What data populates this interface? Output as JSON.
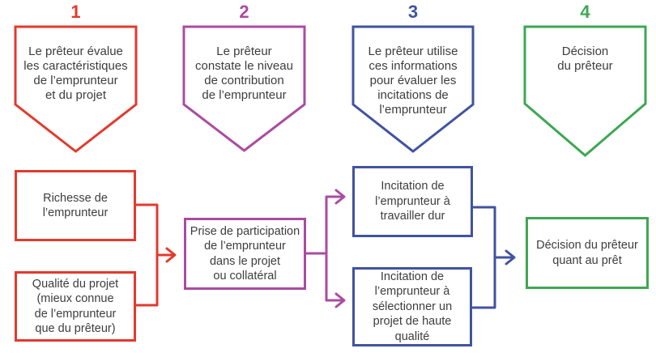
{
  "page": {
    "background_color": "#ffffff",
    "text_color": "#3d3d3d"
  },
  "diagram": {
    "stages": [
      {
        "number": "1",
        "color": "#e23a2e",
        "label": "Le prêteur évalue\nles caractéristiques\nde l’emprunteur\net du projet"
      },
      {
        "number": "2",
        "color": "#ab4ba1",
        "label": "Le prêteur\nconstate le niveau\nde contribution\nde l’emprunteur"
      },
      {
        "number": "3",
        "color": "#4053a0",
        "label": "Le prêteur utilise\nces informations\npour évaluer les\nincitations de\nl’emprunteur"
      },
      {
        "number": "4",
        "color": "#3ea753",
        "label": "Décision\ndu prêteur"
      }
    ],
    "boxes": [
      {
        "id": "wealth",
        "color": "#e23a2e",
        "label": "Richesse de\nl’emprunteur"
      },
      {
        "id": "project-quality",
        "color": "#e23a2e",
        "label": "Qualité du projet\n(mieux connue\nde l’emprunteur\nque du prêteur)"
      },
      {
        "id": "participation",
        "color": "#ab4ba1",
        "label": "Prise de participation\nde l’emprunteur\ndans le projet\nou collatéral"
      },
      {
        "id": "incentive-work",
        "color": "#4053a0",
        "label": "Incitation de\nl’emprunteur à\ntravailler dur"
      },
      {
        "id": "incentive-select",
        "color": "#4053a0",
        "label": "Incitation de\nl’emprunteur à\nsélectionner un\nprojet de haute\nqualité"
      },
      {
        "id": "loan-decision",
        "color": "#3ea753",
        "label": "Décision du prêteur\nquant au prêt"
      }
    ]
  }
}
